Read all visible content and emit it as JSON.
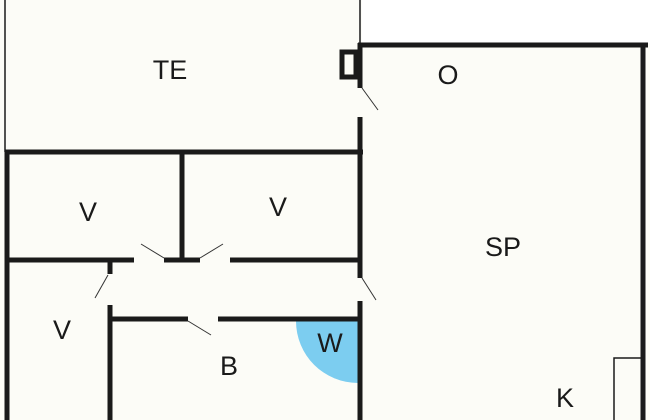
{
  "floorplan": {
    "rooms": [
      {
        "id": "te",
        "label": "TE"
      },
      {
        "id": "o",
        "label": "O"
      },
      {
        "id": "sp",
        "label": "SP"
      },
      {
        "id": "v1",
        "label": "V"
      },
      {
        "id": "v2",
        "label": "V"
      },
      {
        "id": "v3",
        "label": "V"
      },
      {
        "id": "b",
        "label": "B"
      },
      {
        "id": "w",
        "label": "W"
      },
      {
        "id": "k",
        "label": "K"
      }
    ],
    "colors": {
      "floor": "#fcfcf7",
      "wall": "#1a1a1a",
      "washer": "#7ccdf0"
    }
  }
}
